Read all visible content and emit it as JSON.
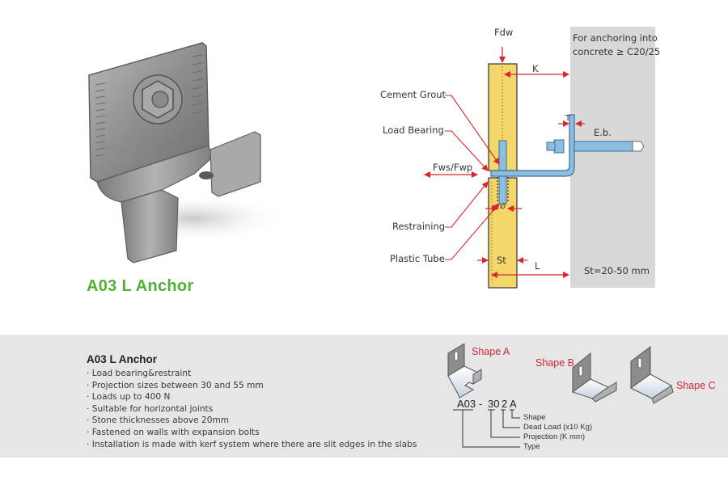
{
  "product": {
    "title": "A03 L Anchor"
  },
  "diagram": {
    "labels": {
      "fdw": "Fdw",
      "k": "K",
      "concrete_note_line1": "For anchoring into",
      "concrete_note_line2": "concrete ≥ C20/25",
      "cement_grout": "Cement Grout",
      "load_bearing": "Load Bearing",
      "fws_fwp": "Fws/Fwp",
      "restraining": "Restraining",
      "plastic_tube": "Plastic Tube",
      "t": "T",
      "eb": "E.b.",
      "diameter": "Ø",
      "st": "St",
      "l": "L",
      "st_range": "St=20-50 mm"
    },
    "colors": {
      "stone": "#f3d76a",
      "steel": "#8fbde0",
      "arrow": "#d9252f",
      "wall": "#d8d8d8"
    }
  },
  "info": {
    "title": "A03 L Anchor",
    "features": [
      "Load bearing&restraint",
      "Projection sizes between 30 and 55 mm",
      "Loads up to 400 N",
      "Suitable for horizontal joints",
      "Stone thicknesses above 20mm",
      "Fastened on walls with expansion bolts",
      "Installation is made with kerf system where there are slit edges in the slabs"
    ]
  },
  "shapes": [
    {
      "label": "Shape A"
    },
    {
      "label": "Shape B"
    },
    {
      "label": "Shape C"
    }
  ],
  "code": {
    "parts": [
      "A03",
      "-",
      "30",
      "2",
      "A"
    ],
    "legend": [
      "Shape",
      "Dead Load (x10 Kg)",
      "Projection (K mm)",
      "Type"
    ]
  }
}
